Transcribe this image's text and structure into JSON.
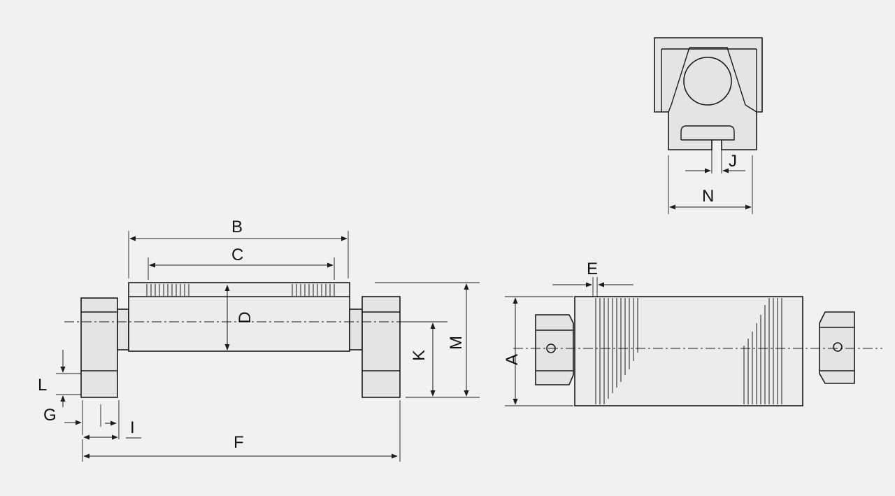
{
  "labels": {
    "A": "A",
    "B": "B",
    "C": "C",
    "D": "D",
    "E": "E",
    "F": "F",
    "G": "G",
    "I": "I",
    "J": "J",
    "K": "K",
    "L": "L",
    "M": "M",
    "N": "N"
  },
  "colors": {
    "line": "#1a1a1a",
    "background": "#f1f1f1",
    "fill": "#e4e4e4"
  }
}
